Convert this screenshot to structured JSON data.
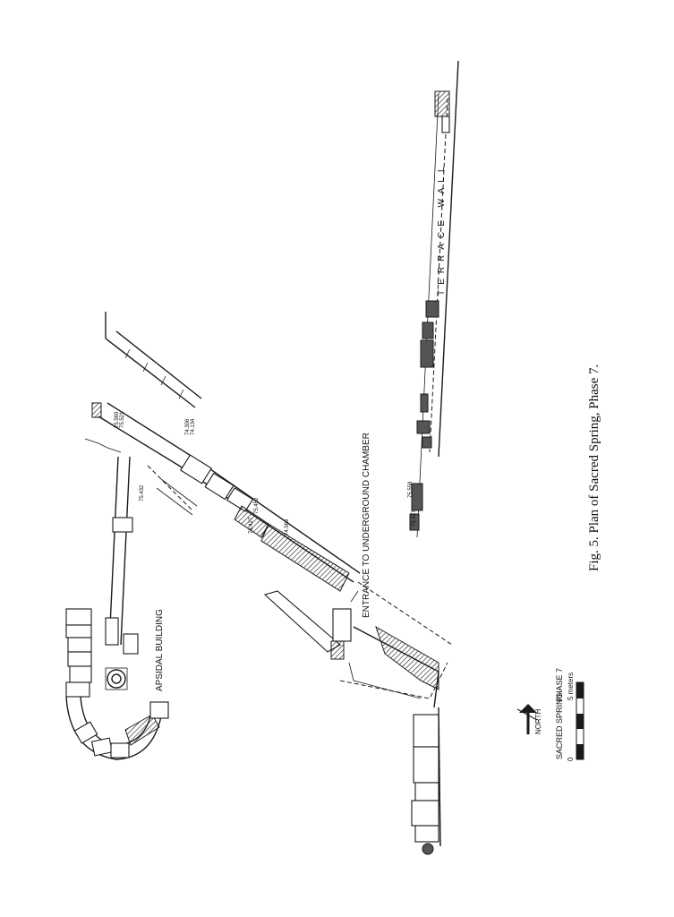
{
  "figure": {
    "caption": "Fig. 5. Plan of Sacred Spring, Phase 7."
  },
  "labels": {
    "apsidal_building": "APSIDAL BUILDING",
    "entrance": "ENTRANCE TO UNDERGROUND CHAMBER",
    "terrace_wall": "TERRACE WALL"
  },
  "elevations": {
    "e1": "75.569",
    "e2": "75.521",
    "e3": "74.306",
    "e4": "74.134",
    "e5": "75.432",
    "e6": "76.427",
    "e7": "75.452",
    "e8": "74.569",
    "e9": "75.558",
    "e10": "75.537"
  },
  "legend": {
    "sacred_spring": "SACRED SPRING",
    "phase": "PHASE 7",
    "north": "NORTH",
    "scale_start": "0",
    "scale_end": "5 meters"
  }
}
